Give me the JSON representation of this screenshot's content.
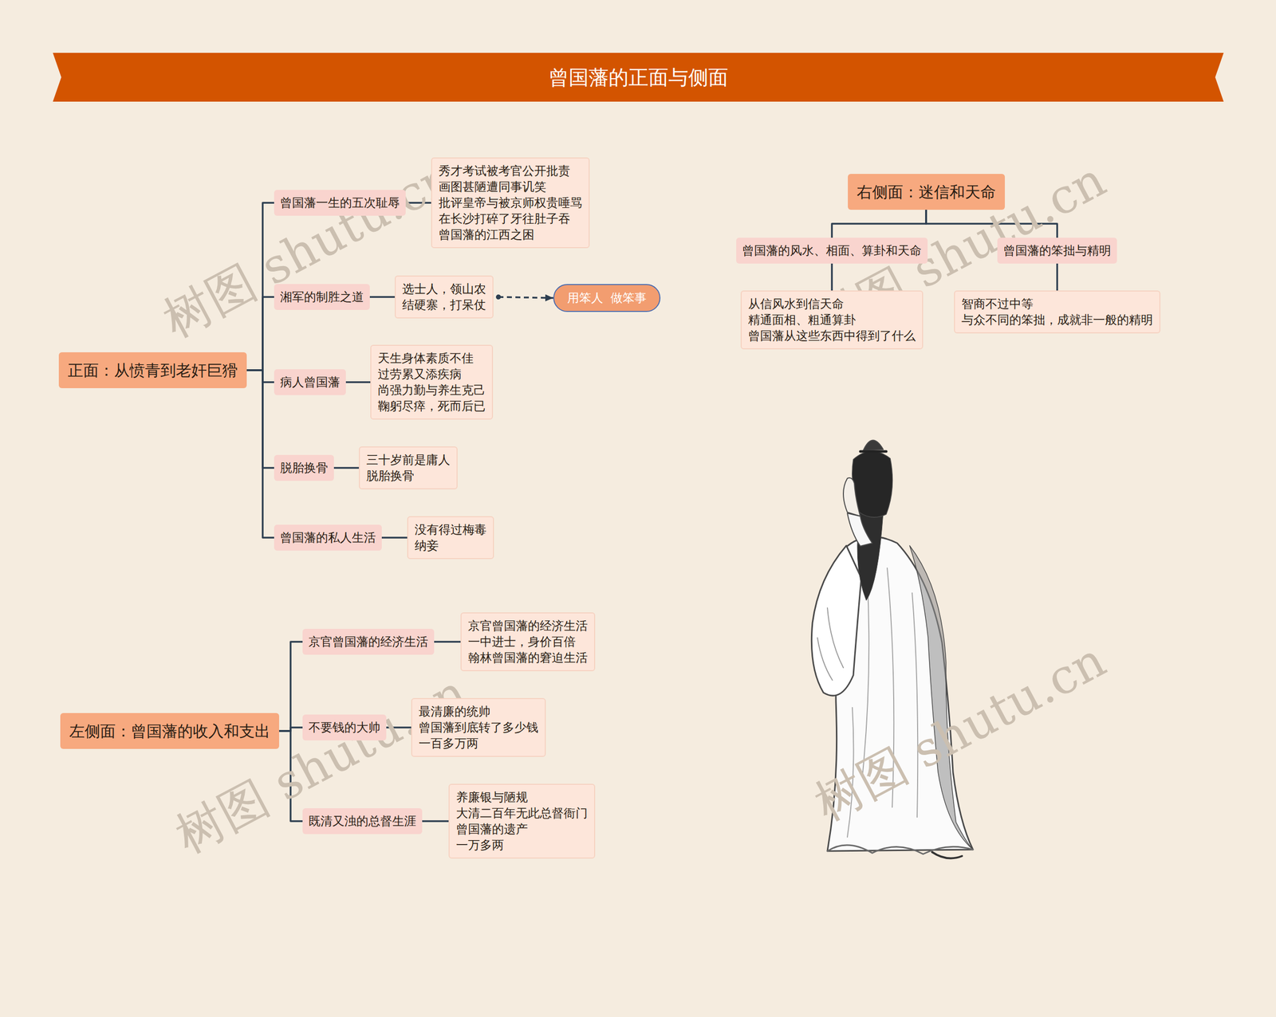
{
  "diagram": {
    "title": "曾国藩的正面与侧面",
    "nodes": [
      {
        "text": [
          "正面：从愤青到老奸巨猾"
        ]
      },
      {
        "text": [
          "曾国藩一生的五次耻辱"
        ]
      },
      {
        "text": [
          "秀才考试被考官公开批责",
          "画图甚陋遭同事讥笑",
          "批评皇帝与被京师权贵唾骂",
          "在长沙打碎了牙往肚子吞",
          "曾国藩的江西之困"
        ]
      },
      {
        "text": [
          "湘军的制胜之道"
        ]
      },
      {
        "text": [
          "选士人，领山农",
          "结硬寨，打呆仗"
        ]
      },
      {
        "text": [
          "用笨人  做笨事"
        ]
      },
      {
        "text": [
          "病人曾国藩"
        ]
      },
      {
        "text": [
          "天生身体素质不佳",
          "过劳累又添疾病",
          "尚强力勤与养生克己",
          "鞠躬尽瘁，死而后已"
        ]
      },
      {
        "text": [
          "脱胎换骨"
        ]
      },
      {
        "text": [
          "三十岁前是庸人",
          "脱胎换骨"
        ]
      },
      {
        "text": [
          "曾国藩的私人生活"
        ]
      },
      {
        "text": [
          "没有得过梅毒",
          "纳妾"
        ]
      },
      {
        "text": [
          "左侧面：曾国藩的收入和支出"
        ]
      },
      {
        "text": [
          "京官曾国藩的经济生活"
        ]
      },
      {
        "text": [
          "京官曾国藩的经济生活",
          "一中进士，身价百倍",
          "翰林曾国藩的窘迫生活"
        ]
      },
      {
        "text": [
          "不要钱的大帅"
        ]
      },
      {
        "text": [
          "最清廉的统帅",
          "曾国藩到底转了多少钱",
          "一百多万两"
        ]
      },
      {
        "text": [
          "既清又浊的总督生涯"
        ]
      },
      {
        "text": [
          "养廉银与陋规",
          "大清二百年无此总督衙门",
          "曾国藩的遗产",
          "一万多两"
        ]
      },
      {
        "text": [
          "右侧面：迷信和天命"
        ]
      },
      {
        "text": [
          "曾国藩的风水、相面、算卦和天命"
        ]
      },
      {
        "text": [
          "从信风水到信天命",
          "精通面相、粗通算卦",
          "曾国藩从这些东西中得到了什么"
        ]
      },
      {
        "text": [
          "曾国藩的笨拙与精明"
        ]
      },
      {
        "text": [
          "智商不过中等",
          "与众不同的笨拙，成就非一般的精明"
        ]
      }
    ],
    "edges": [
      {
        "from": 0,
        "to": 1,
        "arrow": "none"
      },
      {
        "from": 1,
        "to": 2,
        "arrow": "none"
      },
      {
        "from": 0,
        "to": 3,
        "arrow": "none"
      },
      {
        "from": 3,
        "to": 4,
        "arrow": "none"
      },
      {
        "from": 4,
        "to": 5,
        "arrow": "to"
      },
      {
        "from": 0,
        "to": 6,
        "arrow": "none"
      },
      {
        "from": 6,
        "to": 7,
        "arrow": "none"
      },
      {
        "from": 0,
        "to": 8,
        "arrow": "none"
      },
      {
        "from": 8,
        "to": 9,
        "arrow": "none"
      },
      {
        "from": 0,
        "to": 10,
        "arrow": "none"
      },
      {
        "from": 10,
        "to": 11,
        "arrow": "none"
      },
      {
        "from": 12,
        "to": 13,
        "arrow": "none"
      },
      {
        "from": 13,
        "to": 14,
        "arrow": "none"
      },
      {
        "from": 12,
        "to": 15,
        "arrow": "none"
      },
      {
        "from": 15,
        "to": 16,
        "arrow": "none"
      },
      {
        "from": 12,
        "to": 17,
        "arrow": "none"
      },
      {
        "from": 17,
        "to": 18,
        "arrow": "none"
      },
      {
        "from": 19,
        "to": 20,
        "arrow": "none"
      },
      {
        "from": 20,
        "to": 21,
        "arrow": "none"
      },
      {
        "from": 19,
        "to": 22,
        "arrow": "none"
      },
      {
        "from": 22,
        "to": 23,
        "arrow": "none"
      }
    ],
    "labels": [
      "树图 shutu.cn",
      "树图 shutu.cn",
      "树图 shutu.cn",
      "树图 shutu.cn"
    ]
  }
}
